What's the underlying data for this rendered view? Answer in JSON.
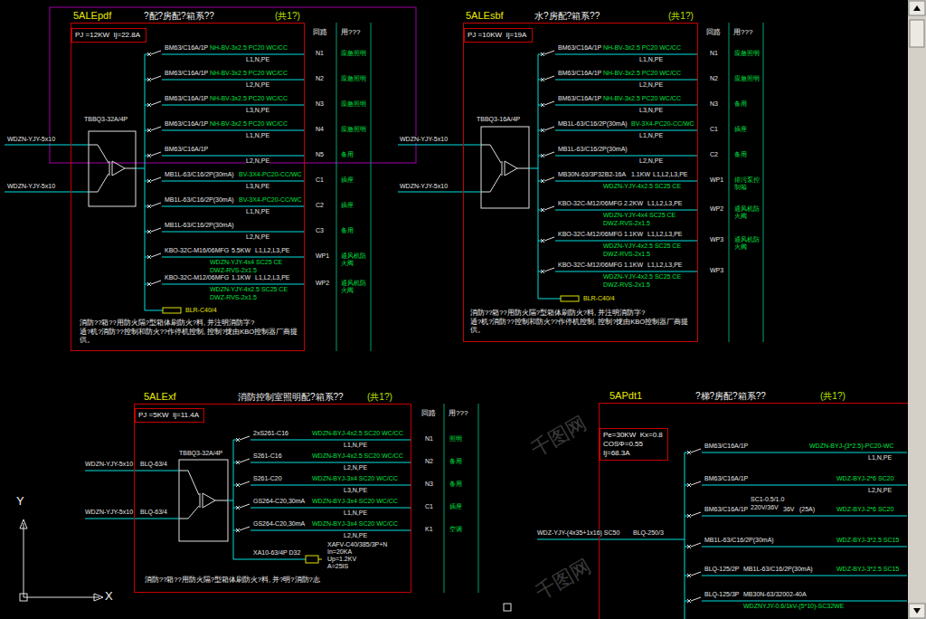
{
  "diagram": {
    "nodes": [
      {
        "text": [
          "5ALEpdf",
          "?配?房配?箱系??",
          "(共1?)"
        ]
      },
      {
        "text": [
          "PJ =12KW  Ij=22.8A"
        ],
        "in": 0
      },
      {
        "text": [
          "5ALEsbf",
          "水?房配?箱系??",
          "(共1?)"
        ]
      },
      {
        "text": [
          "PJ =10KW  Ij=19A"
        ],
        "in": 2
      },
      {
        "text": [
          "5ALExf",
          "消防控制室照明配?箱系??",
          "(共1?)"
        ]
      },
      {
        "text": [
          "PJ =5KW  Ij=11.4A"
        ],
        "in": 4
      },
      {
        "text": [
          "5APdt1",
          "?梯?房配?箱系??",
          "(共1?)"
        ]
      },
      {
        "text": [
          "Pe=30KW  Kx=0.8",
          "COSΦ=0.55",
          "Ij=68.3A"
        ],
        "in": 6
      }
    ],
    "labels": [
      "TBBQ3-32A/4P",
      "WDZN-YJY-5x10",
      "WDZN-YJY-5x10",
      "回路",
      "用???",
      "BM63/C16A/1P",
      "NH-BV-3x2.5 PC20 WC/CC",
      "L1,N,PE",
      "N1",
      "应急照明",
      "BM63/C16A/1P",
      "NH-BV-3x2.5 PC20 WC/CC",
      "L2,N,PE",
      "N2",
      "应急照明",
      "BM63/C16A/1P",
      "NH-BV-3x2.5 PC20 WC/CC",
      "L3,N,PE",
      "N3",
      "应急照明",
      "BM63/C16A/1P",
      "NH-BV-3x2.5 PC20 WC/CC",
      "L1,N,PE",
      "N4",
      "应急照明",
      "BM63/C16A/1P",
      "L2,N,PE",
      "N5",
      "备用",
      "MB1L-63/C16/2P(30mA)",
      "BV-3X4-PC20-CC/WC",
      "L3,N,PE",
      "C1",
      "插座",
      "MB1L-63/C16/2P(30mA)",
      "BV-3X4-PC20-CC/WC",
      "L1,N,PE",
      "C2",
      "插座",
      "MB1L-63/C16/2P(30mA)",
      "L2,N,PE",
      "C3",
      "备用",
      "KBO-32C-M16/06MFG",
      "5.5KW",
      "L1,L2,L3,PE",
      "WDZN-YJY-4x4 SC25 CE",
      "DWZ-RVS-2x1.5",
      "WP1",
      "通风机防火阀",
      "KBO-32C-M12/06MFG",
      "1.1KW",
      "L1,L2,L3,PE",
      "WDZN-YJY-4x2.5 SC25 CE",
      "DWZ-RVS-2x1.5",
      "WP2",
      "通风机防火阀",
      "BLR-C40/4",
      "消防??箱??用防火隔?型箱体刷防火?料, 并注明消防字?",
      "通?机?消防??控制和防火??作停机控制, 控制?拢由KBO控制器厂商提供。",
      "TBBQ3-16A/4P",
      "WDZN-YJY-5x10",
      "WDZN-YJY-5x10",
      "回路",
      "用???",
      "BM63/C16A/1P",
      "NH-BV-3x2.5 PC20 WC/CC",
      "L1,N,PE",
      "N1",
      "应急照明",
      "BM63/C16A/1P",
      "NH-BV-3x2.5 PC20 WC/CC",
      "L2,N,PE",
      "N2",
      "应急照明",
      "BM63/C16A/1P",
      "NH-BV-3x2.5 PC20 WC/CC",
      "L3,N,PE",
      "N3",
      "备用",
      "MB1L-63/C16/2P(30mA)",
      "BV-3X4-PC20-CC/WC",
      "L1,N,PE",
      "C1",
      "插座",
      "MB1L-63/C16/2P(30mA)",
      "L2,N,PE",
      "C2",
      "备用",
      "MB30N-63/3P32B2-16A",
      "1.1KW",
      "L1,L2,L3,PE",
      "WDZN-YJY-4x2.5 SC25 CE",
      "WP1",
      "排污泵控制箱",
      "KBO-32C-M12/06MFG",
      "2.2KW",
      "L1,L2,L3,PE",
      "WDZN-YJY-4x4 SC25 CE",
      "DWZ-RVS-2x1.5",
      "WP2",
      "通风机防火阀",
      "KBO-32C-M12/06MFG",
      "1.1KW",
      "L1,L2,L3,PE",
      "WDZN-YJY-4x2.5 SC25 CE",
      "DWZ-RVS-2x1.5",
      "WP3",
      "通风机防火阀",
      "KBO-32C-M12/06MFG",
      "1.1KW",
      "L1,L2,L3,PE",
      "WDZN-YJY-4x2.5 SC25 CE",
      "DWZ-RVS-2x1.5",
      "WP3",
      "BLR-C40/4",
      "消防??箱??用防火隔?型箱体刷防火?料, 并注明消防字?",
      "通?机?消防??控制和防火??作停机控制, 控制?拢由KBO控制器厂商提供。",
      "TBBQ3-32A/4P",
      "BLQ-63/4",
      "BLQ-63/4",
      "WDZN-YJY-5x10",
      "WDZN-YJY-5x10",
      "回路",
      "用???",
      "2xS261-C16",
      "WDZN-BYJ-4x2.5 SC20 WC/CC",
      "L1,N,PE",
      "N1",
      "照明",
      "S261-C16",
      "WDZN-BYJ-4x2.5 SC20 WC/CC",
      "L2,N,PE",
      "N2",
      "备用",
      "S261-C20",
      "WDZN-BYJ-3x4 SC20 WC/CC",
      "L3,N,PE",
      "N3",
      "备用",
      "GS264-C20,30mA",
      "WDZN-BYJ-3x4 SC20 WC/CC",
      "L1,N,PE",
      "C1",
      "插座",
      "GS264-C20,30mA",
      "WDZN-BYJ-3x4 SC20 WC/CC",
      "L2,N,PE",
      "K1",
      "空调",
      "XA10-63/4P D32",
      "XAFV-C40/385/3P+N",
      "In=20KA",
      "Up=1.2KV",
      "A=25IS",
      "消防??箱??用防火隔?型箱体刷防火?料, 并?明?消防?志",
      "WDZ-YJY-(4x35+1x16) SC50",
      "BLQ-250/3",
      "BM63/C16A/1P",
      "WDZN-BYJ-(3*2.5)-PC20-WC",
      "L1,N,PE",
      "BM63/C16A/1P",
      "WDZ-BYJ-2*6 SC20",
      "L2,N,PE",
      "SC1-0.5/1.0",
      "220V/36V",
      "BM63/C16A/1P",
      "36V",
      "(25A)",
      "WDZ-BYJ-2*6 SC20",
      "MB1L-63/C16/2P(30mA)",
      "WDZ-BYJ-3*2.5 SC15",
      "BLQ-125/2P",
      "MB1L-63/C16/2P(30mA)",
      "WDZ-BYJ-3*2.5 SC15",
      "BLQ-125/3P",
      "MB30N-63/32002-40A",
      "WDZNYJY-0.6/1kV-(5*10)-SC32WE",
      "Y",
      "X",
      "千图网",
      "千图网"
    ]
  }
}
